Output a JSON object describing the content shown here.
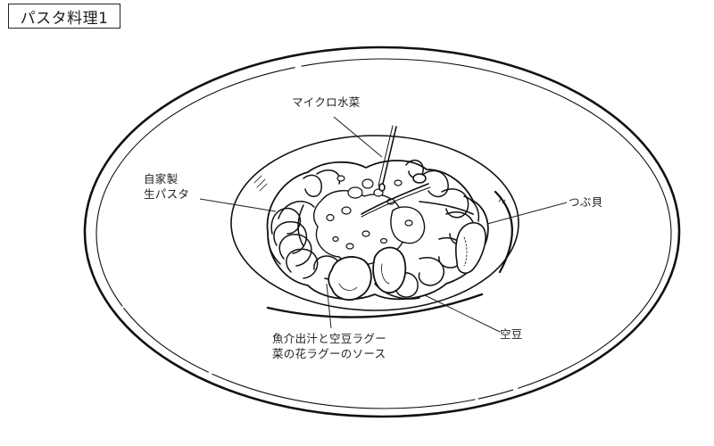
{
  "title": "パスタ料理1",
  "illustration": {
    "subject": "pasta-dish-on-rimmed-plate",
    "line_color": "#111111",
    "background": "#ffffff"
  },
  "labels": {
    "microgreens": {
      "text": "マイクロ水菜"
    },
    "pasta": {
      "lines": [
        "自家製",
        "生パスタ"
      ]
    },
    "whelk": {
      "text": "つぶ貝"
    },
    "fava_beans": {
      "text": "空豆"
    },
    "sauce": {
      "lines": [
        "魚介出汁と空豆ラグー",
        "菜の花ラグーのソース"
      ]
    }
  }
}
